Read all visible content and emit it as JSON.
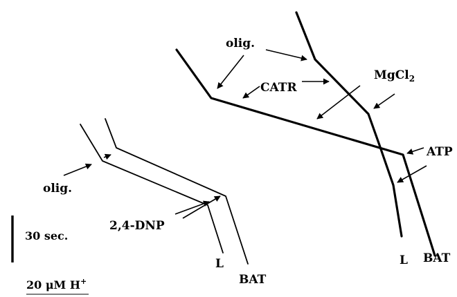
{
  "labels": {
    "olig_right": "olig.",
    "catr": "CATR",
    "mgcl2_main": "MgCl",
    "mgcl2_sub": "2",
    "atp": "ATP",
    "olig_left": "olig.",
    "dnp": "2,4-DNP",
    "l_left": "L",
    "bat_left": "BAT",
    "l_right": "L",
    "bat_right": "BAT",
    "time_scale": "30 sec.",
    "conc_main": "20 μM H",
    "conc_sup": "+"
  }
}
